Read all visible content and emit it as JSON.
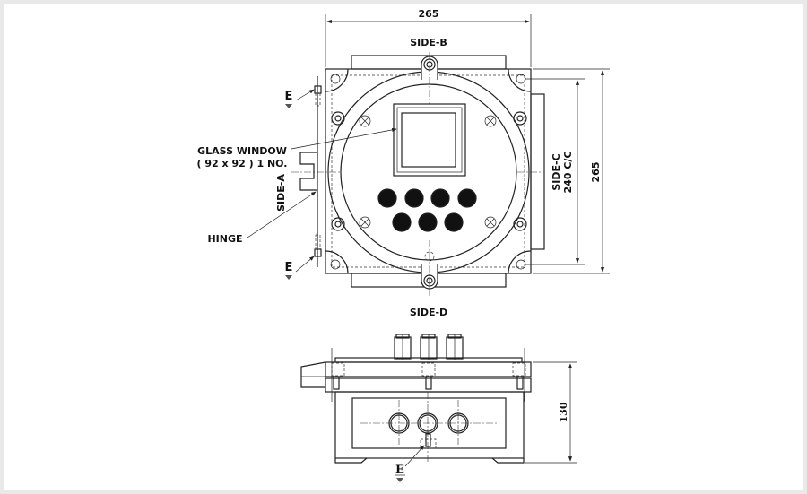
{
  "top_view": {
    "width_dim": "265",
    "height_dim": "265",
    "centers_dim": "240 C/C",
    "side_a": "SIDE-A",
    "side_b": "SIDE-B",
    "side_c": "SIDE-C",
    "side_d": "SIDE-D",
    "glass_window_line1": "GLASS WINDOW",
    "glass_window_line2": "( 92 x 92 ) 1 NO.",
    "hinge": "HINGE",
    "earth_top": "E",
    "earth_bottom": "E"
  },
  "side_view": {
    "height_dim": "130",
    "earth": "E"
  },
  "colors": {
    "line": "#222222",
    "background": "#ffffff",
    "frame": "#e9e9e9"
  }
}
